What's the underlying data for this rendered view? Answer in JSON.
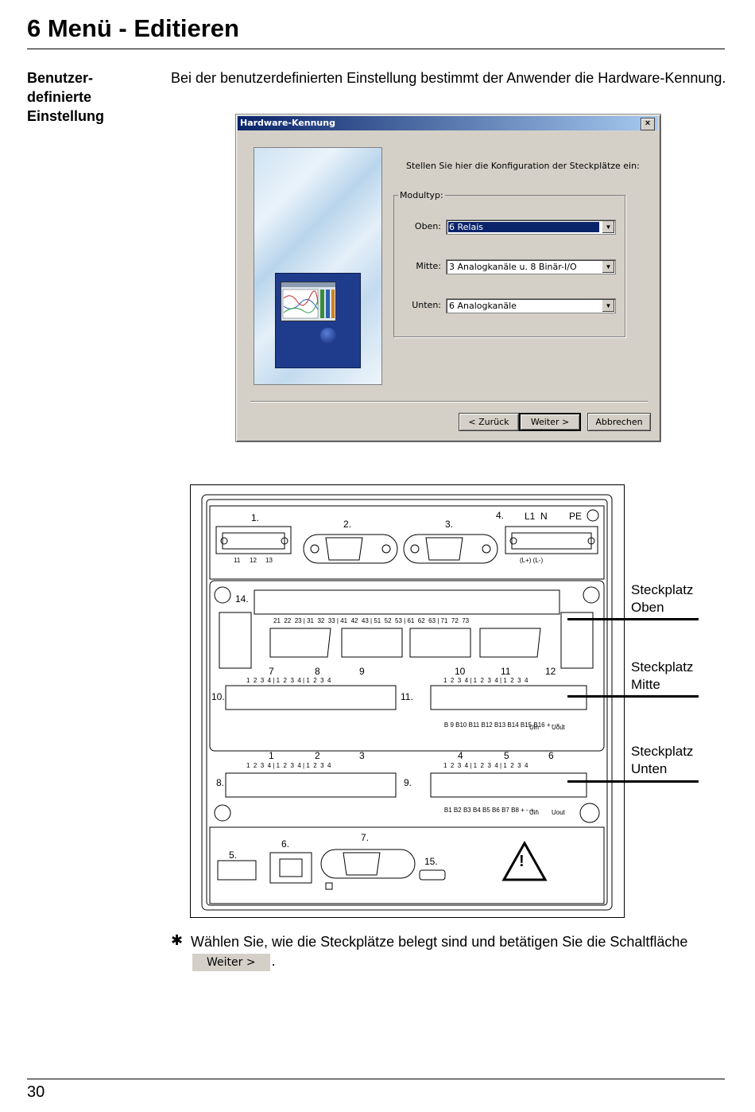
{
  "chapter_title": "6 Menü - Editieren",
  "section_label": [
    "Benutzer-",
    "definierte",
    "Einstellung"
  ],
  "intro_text": "Bei der benutzerdefinierten Einstellung bestimmt der Anwender die Hardware-Kennung.",
  "dialog": {
    "title": "Hardware-Kennung",
    "close_symbol": "×",
    "prompt": "Stellen Sie hier die Konfiguration der Steckplätze ein:",
    "group_label": "Modultyp:",
    "fields": [
      {
        "label": "Oben:",
        "value": "6 Relais",
        "selected": true
      },
      {
        "label": "Mitte:",
        "value": "3 Analogkanäle u. 8 Binär-I/O",
        "selected": false
      },
      {
        "label": "Unten:",
        "value": "6 Analogkanäle",
        "selected": false
      }
    ],
    "buttons": {
      "back": "< Zurück",
      "next": "Weiter >",
      "cancel": "Abbrechen"
    }
  },
  "device_figure": {
    "top_labels": [
      "1.",
      "2.",
      "3.",
      "4.",
      "L1",
      "N",
      "PE"
    ],
    "terminal_1_pins": [
      "11",
      "12",
      "13"
    ],
    "terminal_4_note": "(L+) (L-)",
    "slot_14_label": "14.",
    "slot_14_pins": "21  22  23 | 31  32  33 | 41  42  43 | 51  52  53 | 61  62  63 | 71  72  73",
    "middle_groups_left": [
      "7",
      "8",
      "9"
    ],
    "middle_groups_right": [
      "10",
      "11",
      "12"
    ],
    "lower_groups_left": [
      "1",
      "2",
      "3"
    ],
    "lower_groups_right": [
      "4",
      "5",
      "6"
    ],
    "pin_row": "1  2  3  4 | 1  2  3  4 | 1  2  3  4",
    "connector_labels": {
      "c10": "10.",
      "c11": "11.",
      "c8": "8.",
      "c9": "9."
    },
    "middle_bottom_labels": [
      "B 9",
      "B10",
      "B11",
      "B12",
      "B13",
      "B14",
      "B15",
      "B16",
      "+",
      "-",
      "+",
      "-"
    ],
    "lower_bottom_labels": [
      "B1",
      "B2",
      "B3",
      "B4",
      "B5",
      "B6",
      "B7",
      "B8",
      "+",
      "-",
      "+",
      "-"
    ],
    "u_in": "Uin",
    "u_out": "Uout",
    "bottom_labels": [
      "5.",
      "6.",
      "7.",
      "15."
    ],
    "warning_symbol": "!"
  },
  "callouts": [
    {
      "line1": "Steckplatz",
      "line2": "Oben"
    },
    {
      "line1": "Steckplatz",
      "line2": "Mitte"
    },
    {
      "line1": "Steckplatz",
      "line2": "Unten"
    }
  ],
  "instruction": {
    "bullet": "✱",
    "text_before": "Wählen Sie, wie die Steckplätze belegt sind und betätigen Sie die Schaltfläche",
    "button_label": "Weiter >",
    "text_after": "."
  },
  "page_number": "30"
}
